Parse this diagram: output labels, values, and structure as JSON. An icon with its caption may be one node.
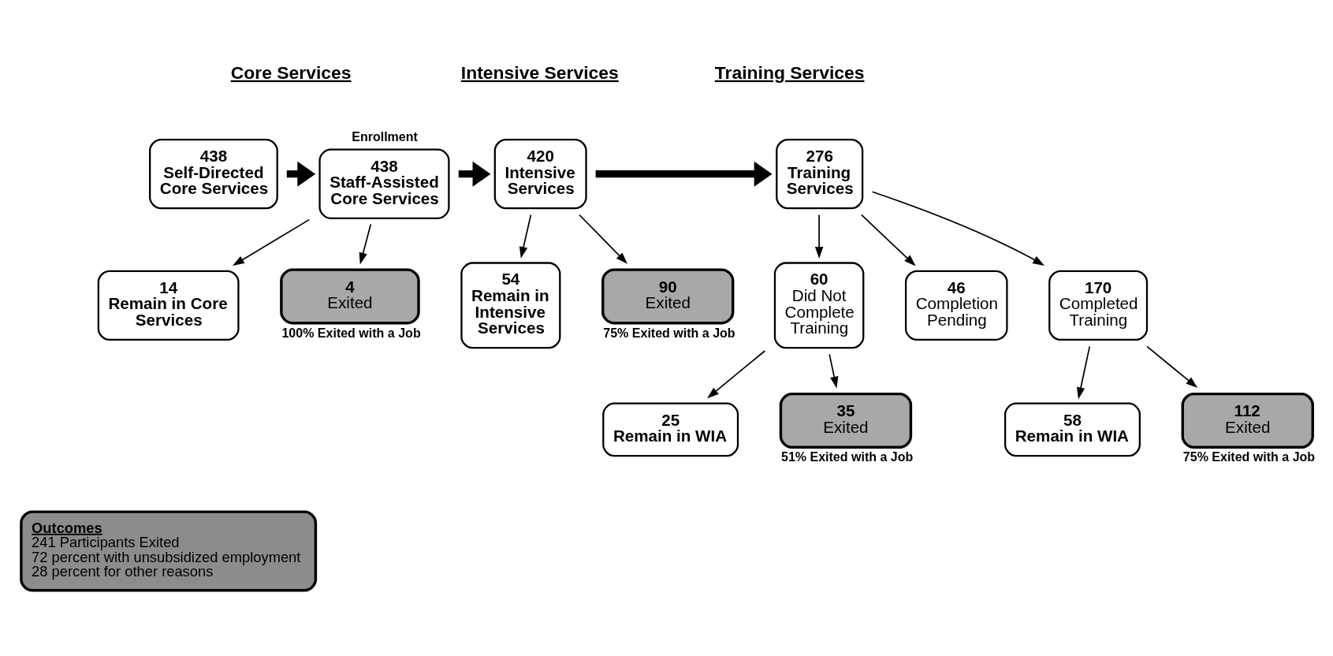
{
  "diagram": {
    "nodes": [
      {
        "text": [
          "438",
          "Self-Directed Core Services"
        ]
      },
      {
        "text": [
          "438",
          "Staff-Assisted Core Services"
        ],
        "beside": [
          "Enrollment"
        ]
      },
      {
        "text": [
          "420",
          "Intensive Services"
        ]
      },
      {
        "text": [
          "276",
          "Training Services"
        ]
      },
      {
        "text": [
          "14",
          "Remain in Core Services"
        ]
      },
      {
        "text": [
          "4",
          "Exited"
        ],
        "beside": [
          "100% Exited with a Job"
        ]
      },
      {
        "text": [
          "54",
          "Remain in Intensive Services"
        ]
      },
      {
        "text": [
          "90",
          "Exited"
        ],
        "beside": [
          "75% Exited with a Job"
        ]
      },
      {
        "text": [
          "60",
          "Did Not Complete Training"
        ]
      },
      {
        "text": [
          "46",
          "Completion Pending"
        ]
      },
      {
        "text": [
          "170",
          "Completed Training"
        ]
      },
      {
        "text": [
          "25",
          "Remain in WIA"
        ]
      },
      {
        "text": [
          "35",
          "Exited"
        ],
        "beside": [
          "51% Exited with a Job"
        ]
      },
      {
        "text": [
          "58",
          "Remain in WIA"
        ]
      },
      {
        "text": [
          "112",
          "Exited"
        ],
        "beside": [
          "75% Exited with a Job"
        ]
      },
      {
        "text": [
          "Outcomes",
          "241 Participants Exited",
          "72 percent with unsubsidized employment",
          "28 percent for other reasons"
        ]
      }
    ],
    "edges": [
      {
        "from": 0,
        "to": 1,
        "arrow": "to",
        "style": "thick"
      },
      {
        "from": 1,
        "to": 2,
        "arrow": "to",
        "style": "thick"
      },
      {
        "from": 2,
        "to": 3,
        "arrow": "to",
        "style": "thick"
      },
      {
        "from": 1,
        "to": 4,
        "arrow": "to"
      },
      {
        "from": 1,
        "to": 5,
        "arrow": "to"
      },
      {
        "from": 2,
        "to": 6,
        "arrow": "to"
      },
      {
        "from": 2,
        "to": 7,
        "arrow": "to"
      },
      {
        "from": 3,
        "to": 8,
        "arrow": "to"
      },
      {
        "from": 3,
        "to": 9,
        "arrow": "to"
      },
      {
        "from": 3,
        "to": 10,
        "arrow": "to"
      },
      {
        "from": 8,
        "to": 11,
        "arrow": "to"
      },
      {
        "from": 8,
        "to": 12,
        "arrow": "to"
      },
      {
        "from": 10,
        "to": 13,
        "arrow": "to"
      },
      {
        "from": 10,
        "to": 14,
        "arrow": "to"
      }
    ],
    "labels": [
      "Core Services",
      "Intensive Services",
      "Training Services"
    ]
  }
}
